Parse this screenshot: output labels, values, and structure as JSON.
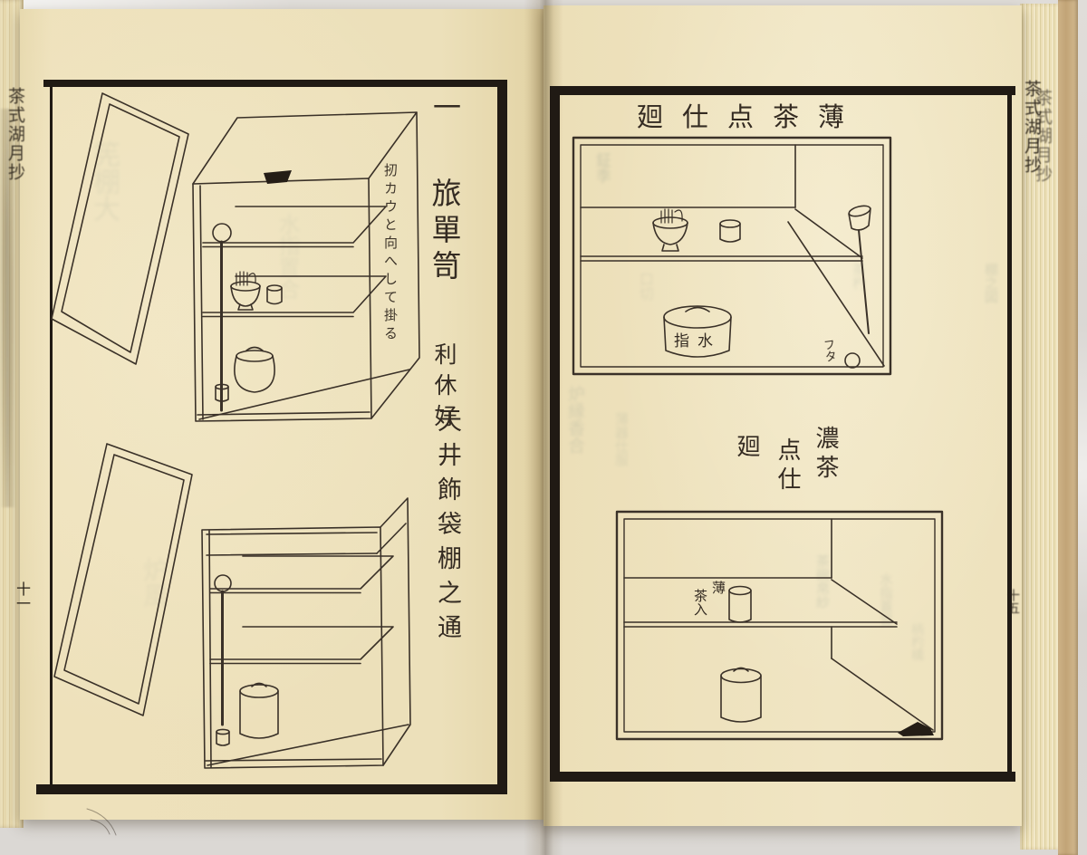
{
  "book": {
    "left_page": {
      "spine_title": "茶式湖月抄",
      "page_number": "十一",
      "section_numeral": "一",
      "section_title": "旅單笥",
      "section_subtitle": "利休好",
      "annotation": "扨カウと向へして掛る",
      "caption": "天井飾袋棚之通"
    },
    "right_page": {
      "top_title": "廻仕点茶薄",
      "mid_title": {
        "col_right": "濃茶",
        "col_middle": "点仕",
        "col_left": "廻"
      },
      "labels": {
        "mizusashi": "指水",
        "futaoki": "フタ",
        "usuchaire_right": "薄",
        "usuchaire_left": "茶入"
      },
      "spine_title": "茶式湖月抄",
      "page_number": "十五"
    },
    "bleedthrough": [
      "筅棚大",
      "水指置合",
      "炉風",
      "鉦季",
      "口切",
      "茶杓",
      "炉縁香合",
      "薄器仕服",
      "茶碗帛紗",
      "水指蓋置",
      "柄杓構",
      "棚之図"
    ],
    "colors": {
      "page": "#ece0ba",
      "page_right": "#f0e5c3",
      "ink": "#3a3128",
      "frame": "#201a14",
      "ghost": "#8e9b91",
      "backdrop": "#dcd9d5",
      "cover": "#c9ad83"
    }
  }
}
